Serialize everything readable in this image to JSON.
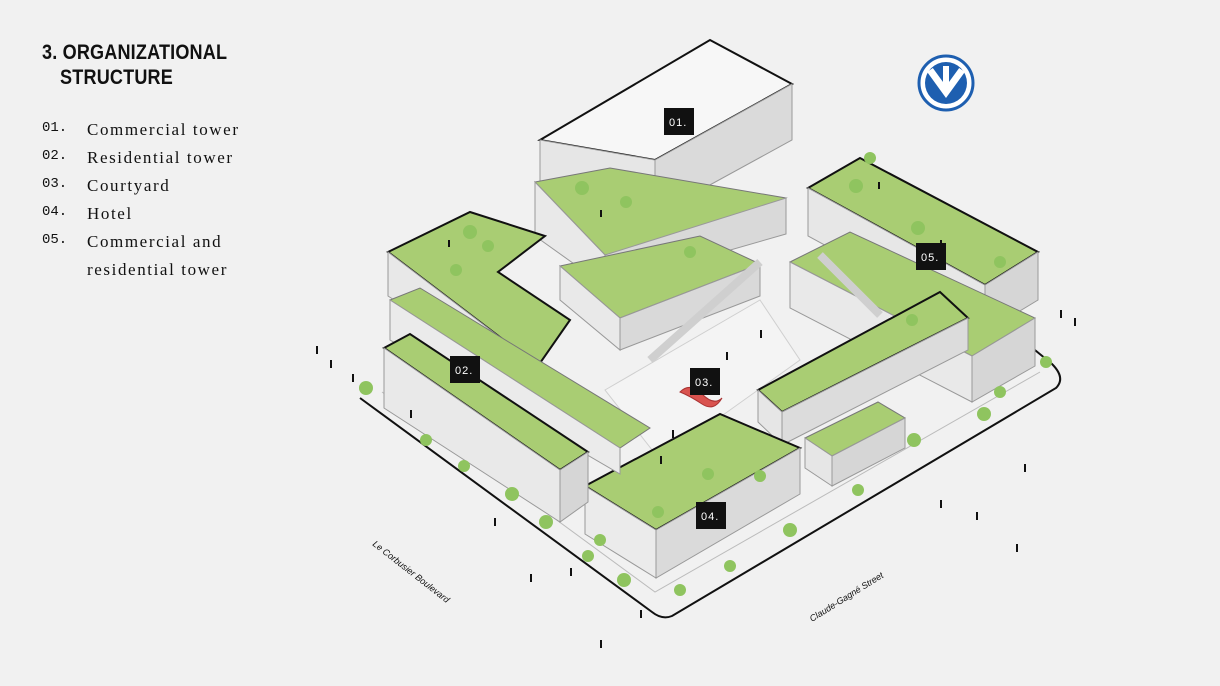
{
  "title": {
    "line1": "3. ORGANIZATIONAL",
    "line2": "STRUCTURE"
  },
  "legend": [
    {
      "num": "01.",
      "label": "Commercial tower"
    },
    {
      "num": "02.",
      "label": "Residential tower"
    },
    {
      "num": "03.",
      "label": "Courtyard"
    },
    {
      "num": "04.",
      "label": "Hotel"
    },
    {
      "num": "05.",
      "label": "Commercial and residential tower"
    }
  ],
  "tags": {
    "t1": "01.",
    "t2": "02.",
    "t3": "03.",
    "t4": "04.",
    "t5": "05."
  },
  "streets": {
    "left": "Le Corbusier Boulevard",
    "right": "Claude-Gagné Street"
  },
  "colors": {
    "background": "#f1f1f1",
    "roof_green": "#a9cd73",
    "tree_green": "#8fc45f",
    "facade": "#e7e7e7",
    "shadow": "#c4c4c4",
    "outline": "#111111",
    "courtyard_accent": "#d9534f",
    "metro_blue": "#1e5fb0"
  },
  "icons": {
    "metro": "metro-logo-icon"
  }
}
